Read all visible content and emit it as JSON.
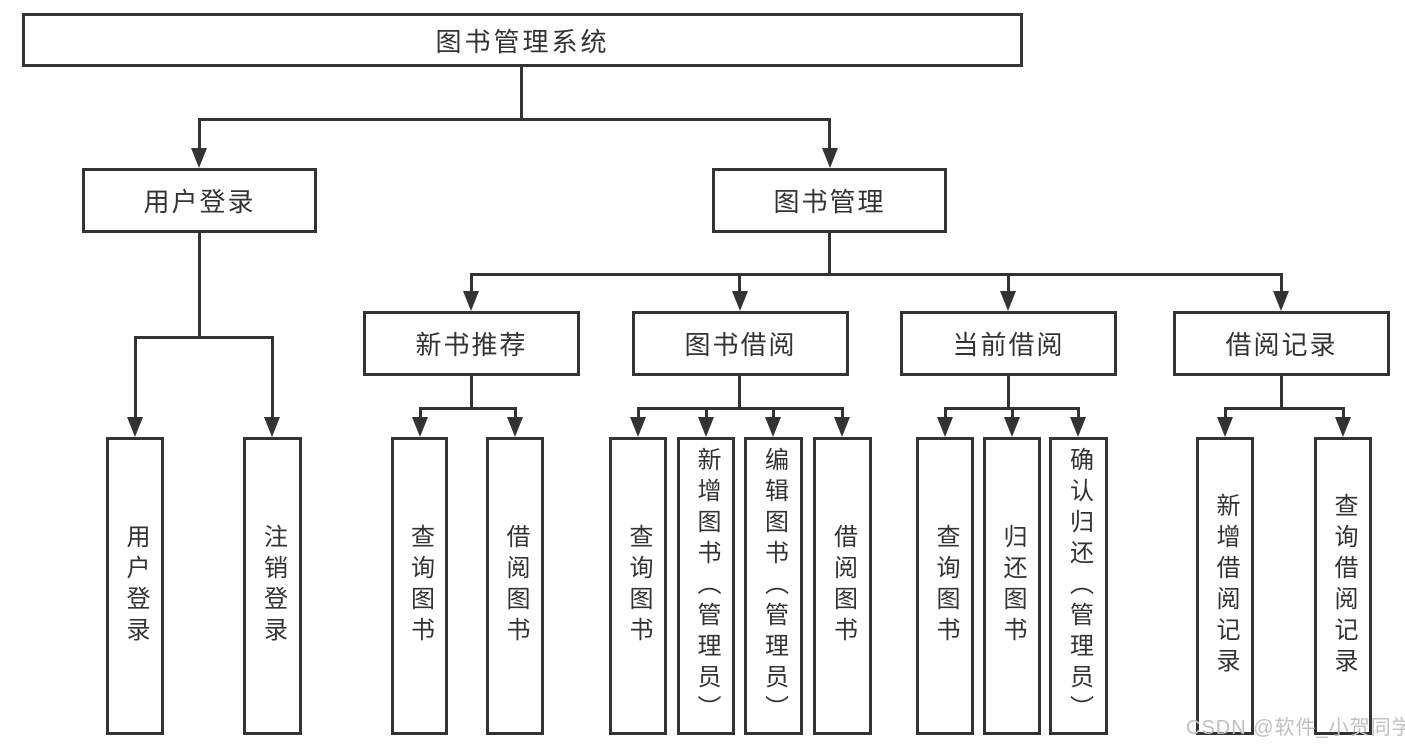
{
  "diagram": {
    "root": {
      "label": "图书管理系统"
    },
    "branches": [
      {
        "label": "用户登录",
        "children": [
          {
            "label": "用户登录"
          },
          {
            "label": "注销登录"
          }
        ]
      },
      {
        "label": "图书管理",
        "children": [
          {
            "label": "新书推荐",
            "children": [
              {
                "label": "查询图书"
              },
              {
                "label": "借阅图书"
              }
            ]
          },
          {
            "label": "图书借阅",
            "children": [
              {
                "label": "查询图书"
              },
              {
                "label": "新增图书（管理员）"
              },
              {
                "label": "编辑图书（管理员）"
              },
              {
                "label": "借阅图书"
              }
            ]
          },
          {
            "label": "当前借阅",
            "children": [
              {
                "label": "查询图书"
              },
              {
                "label": "归还图书"
              },
              {
                "label": "确认归还（管理员）"
              }
            ]
          },
          {
            "label": "借阅记录",
            "children": [
              {
                "label": "新增借阅记录"
              },
              {
                "label": "查询借阅记录"
              }
            ]
          }
        ]
      }
    ]
  },
  "watermark": {
    "text": "CSDN @软件_小贺同学"
  },
  "colors": {
    "line": "#333333",
    "text": "#333333",
    "watermark": "#c0c0c0",
    "background": "#ffffff"
  }
}
